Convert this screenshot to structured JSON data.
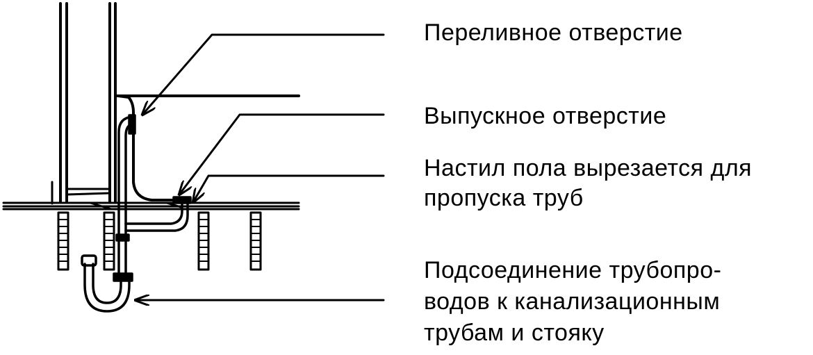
{
  "labels": {
    "overflow": "Переливное отверстие",
    "outlet": "Выпускное отверстие",
    "floor_line1": "Настил пола вырезается для",
    "floor_line2": "пропуска труб",
    "connection_line1": "Подсоединение трубопро-",
    "connection_line2": "водов к канализационным",
    "connection_line3": "трубам и стояку"
  },
  "colors": {
    "ink": "#000000",
    "paper": "#ffffff"
  }
}
